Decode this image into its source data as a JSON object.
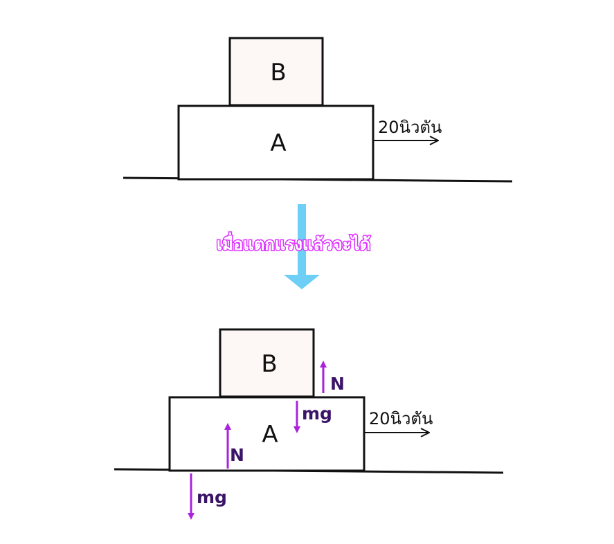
{
  "top_diagram": {
    "block_b_label": "B",
    "block_a_label": "A",
    "applied_force_label": "20นิวตัน"
  },
  "transition": {
    "caption": "เมื่อแตกแรงแล้วจะได้"
  },
  "bottom_diagram": {
    "block_b_label": "B",
    "block_a_label": "A",
    "applied_force_label": "20นิวตัน",
    "normal_on_b_label": "N",
    "weight_of_b_label": "mg",
    "normal_on_a_label": "N",
    "weight_of_a_label": "mg"
  },
  "colors": {
    "outline": "#111111",
    "block_b_fill": "#fdf7f6",
    "block_a_fill": "#ffffff",
    "transition_arrow": "#6dcff6",
    "caption_fill": "#ffffff",
    "caption_stroke": "#dd33ff",
    "force_arrow": "#aa22dd",
    "force_label": "#3a1466"
  }
}
